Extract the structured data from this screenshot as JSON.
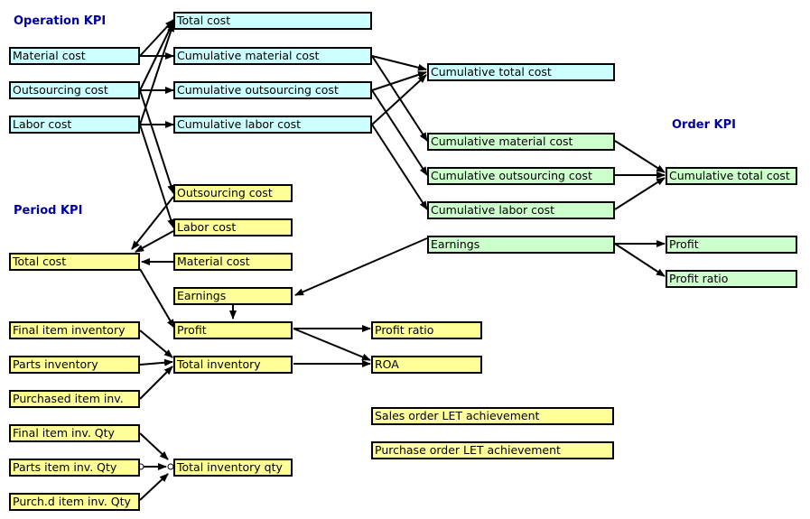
{
  "titles": {
    "operation": "Operation KPI",
    "period": "Period KPI",
    "order": "Order KPI"
  },
  "colors": {
    "operation_box": "#ccffff",
    "order_box": "#ccffcc",
    "period_box": "#ffff99",
    "title_text": "#000099",
    "line": "#000000"
  },
  "operation": {
    "material_cost": "Material cost",
    "outsourcing_cost": "Outsourcing cost",
    "labor_cost": "Labor cost",
    "total_cost": "Total cost",
    "cum_material_cost": "Cumulative material cost",
    "cum_outsourcing_cost": "Cumulative outsourcing cost",
    "cum_labor_cost": "Cumulative labor cost",
    "cum_total_cost": "Cumulative total cost"
  },
  "order": {
    "cum_material_cost": "Cumulative material cost",
    "cum_outsourcing_cost": "Cumulative outsourcing cost",
    "cum_labor_cost": "Cumulative labor cost",
    "cum_total_cost": "Cumulative total cost",
    "earnings": "Earnings",
    "profit": "Profit",
    "profit_ratio": "Profit ratio"
  },
  "period": {
    "outsourcing_cost": "Outsourcing cost",
    "labor_cost": "Labor cost",
    "material_cost": "Material cost",
    "total_cost": "Total cost",
    "earnings": "Earnings",
    "profit": "Profit",
    "profit_ratio": "Profit ratio",
    "roa": "ROA",
    "final_item_inventory": "Final item inventory",
    "parts_inventory": "Parts inventory",
    "purchased_item_inv": "Purchased item inv.",
    "total_inventory": "Total inventory",
    "final_item_inv_qty": "Final item inv. Qty",
    "parts_item_inv_qty": "Parts item inv. Qty",
    "purchd_item_inv_qty": "Purch.d item inv. Qty",
    "total_inventory_qty": "Total inventory qty",
    "sales_order_let": "Sales order LET achievement",
    "purchase_order_let": "Purchase order LET achievement"
  }
}
